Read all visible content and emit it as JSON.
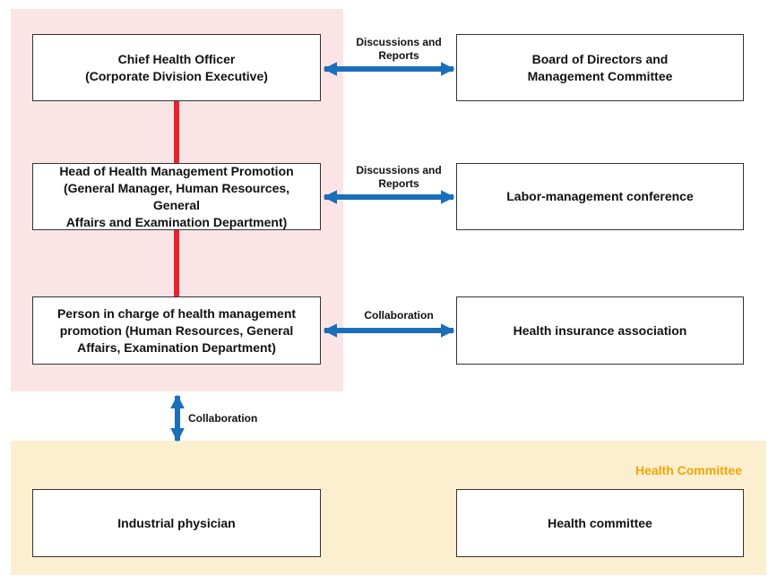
{
  "panels": {
    "health_committee_title": "Health Committee"
  },
  "boxes": {
    "cho_line1": "Chief Health Officer",
    "cho_line2": "(Corporate Division Executive)",
    "board_line1": "Board of Directors and",
    "board_line2": "Management Committee",
    "head_line1": "Head of Health Management Promotion",
    "head_line2": "(General Manager, Human Resources, General",
    "head_line3": "Affairs and Examination Department)",
    "labor": "Labor-management conference",
    "person_line1": "Person in charge of health management",
    "person_line2": "promotion (Human Resources, General",
    "person_line3": "Affairs, Examination Department)",
    "insurance": "Health insurance association",
    "physician": "Industrial physician",
    "committee": "Health committee"
  },
  "connectors": {
    "discussions_1_line1": "Discussions and",
    "discussions_1_line2": "Reports",
    "discussions_2_line1": "Discussions and",
    "discussions_2_line2": "Reports",
    "collaboration_right": "Collaboration",
    "collaboration_down": "Collaboration"
  },
  "colors": {
    "pink_panel": "#fbe4e5",
    "yellow_panel": "#fcefd0",
    "red_line": "#e8232f",
    "blue_arrow": "#1a6fba",
    "committee_title": "#f0a500"
  }
}
